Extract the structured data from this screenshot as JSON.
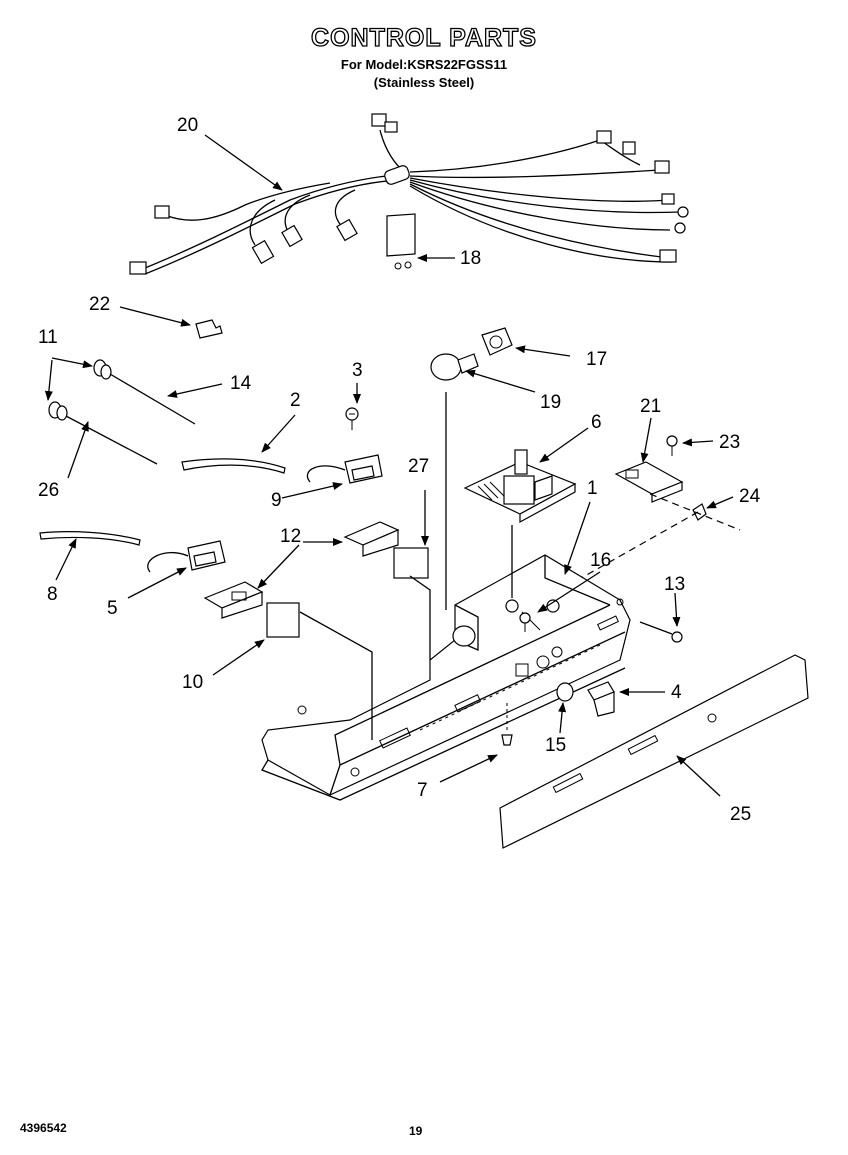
{
  "header": {
    "title": "CONTROL PARTS",
    "model_line": "For Model:KSRS22FGSS11",
    "finish_line": "(Stainless Steel)"
  },
  "footer": {
    "doc_number": "4396542",
    "page_number": "19"
  },
  "callouts": [
    "1",
    "2",
    "3",
    "4",
    "5",
    "6",
    "7",
    "8",
    "9",
    "10",
    "11",
    "12",
    "13",
    "14",
    "15",
    "16",
    "17",
    "18",
    "19",
    "20",
    "21",
    "22",
    "23",
    "24",
    "25",
    "26",
    "27"
  ]
}
